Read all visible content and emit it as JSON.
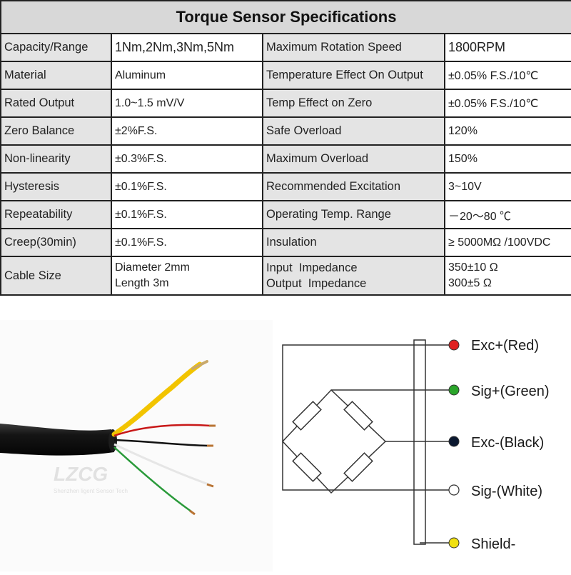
{
  "title": "Torque Sensor Specifications",
  "rows": [
    {
      "l1": "Capacity/Range",
      "v1": "1Nm,2Nm,3Nm,5Nm",
      "l2": "Maximum Rotation Speed",
      "v2": "1800RPM"
    },
    {
      "l1": "Material",
      "v1": "Aluminum",
      "l2": "Temperature Effect On Output",
      "v2": "±0.05% F.S./10℃"
    },
    {
      "l1": "Rated Output",
      "v1": "1.0~1.5 mV/V",
      "l2": "Temp Effect on Zero",
      "v2": "±0.05% F.S./10℃"
    },
    {
      "l1": "Zero Balance",
      "v1": "±2%F.S.",
      "l2": "Safe Overload",
      "v2": "120%"
    },
    {
      "l1": "Non-linearity",
      "v1": "±0.3%F.S.",
      "l2": "Maximum Overload",
      "v2": "150%"
    },
    {
      "l1": "Hysteresis",
      "v1": "±0.1%F.S.",
      "l2": "Recommended Excitation",
      "v2": "3~10V"
    },
    {
      "l1": "Repeatability",
      "v1": "±0.1%F.S.",
      "l2": "Operating Temp. Range",
      "v2": "－20～80 ℃"
    },
    {
      "l1": "Creep(30min)",
      "v1": "±0.1%F.S.",
      "l2": "Insulation",
      "v2": "≥ 5000MΩ /100VDC"
    }
  ],
  "cable_row": {
    "l1": "Cable Size",
    "v1a": "Diameter 2mm",
    "v1b": "Length 3m",
    "l2a": "Input  Impedance",
    "l2b": "Output  Impedance",
    "v2a": "350±10 Ω",
    "v2b": "300±5 Ω"
  },
  "wiring": {
    "items": [
      {
        "label": "Exc+(Red)",
        "color": "#e02020"
      },
      {
        "label": "Sig+(Green)",
        "color": "#2aa52a"
      },
      {
        "label": "Exc-(Black)",
        "color": "#0b1830"
      },
      {
        "label": "Sig-(White)",
        "color": "#ffffff"
      },
      {
        "label": "Shield-",
        "color": "#f0e010"
      }
    ]
  },
  "watermark": {
    "brand": "LZCG",
    "tagline": "Shenzhen ligent Sensor Tech"
  }
}
